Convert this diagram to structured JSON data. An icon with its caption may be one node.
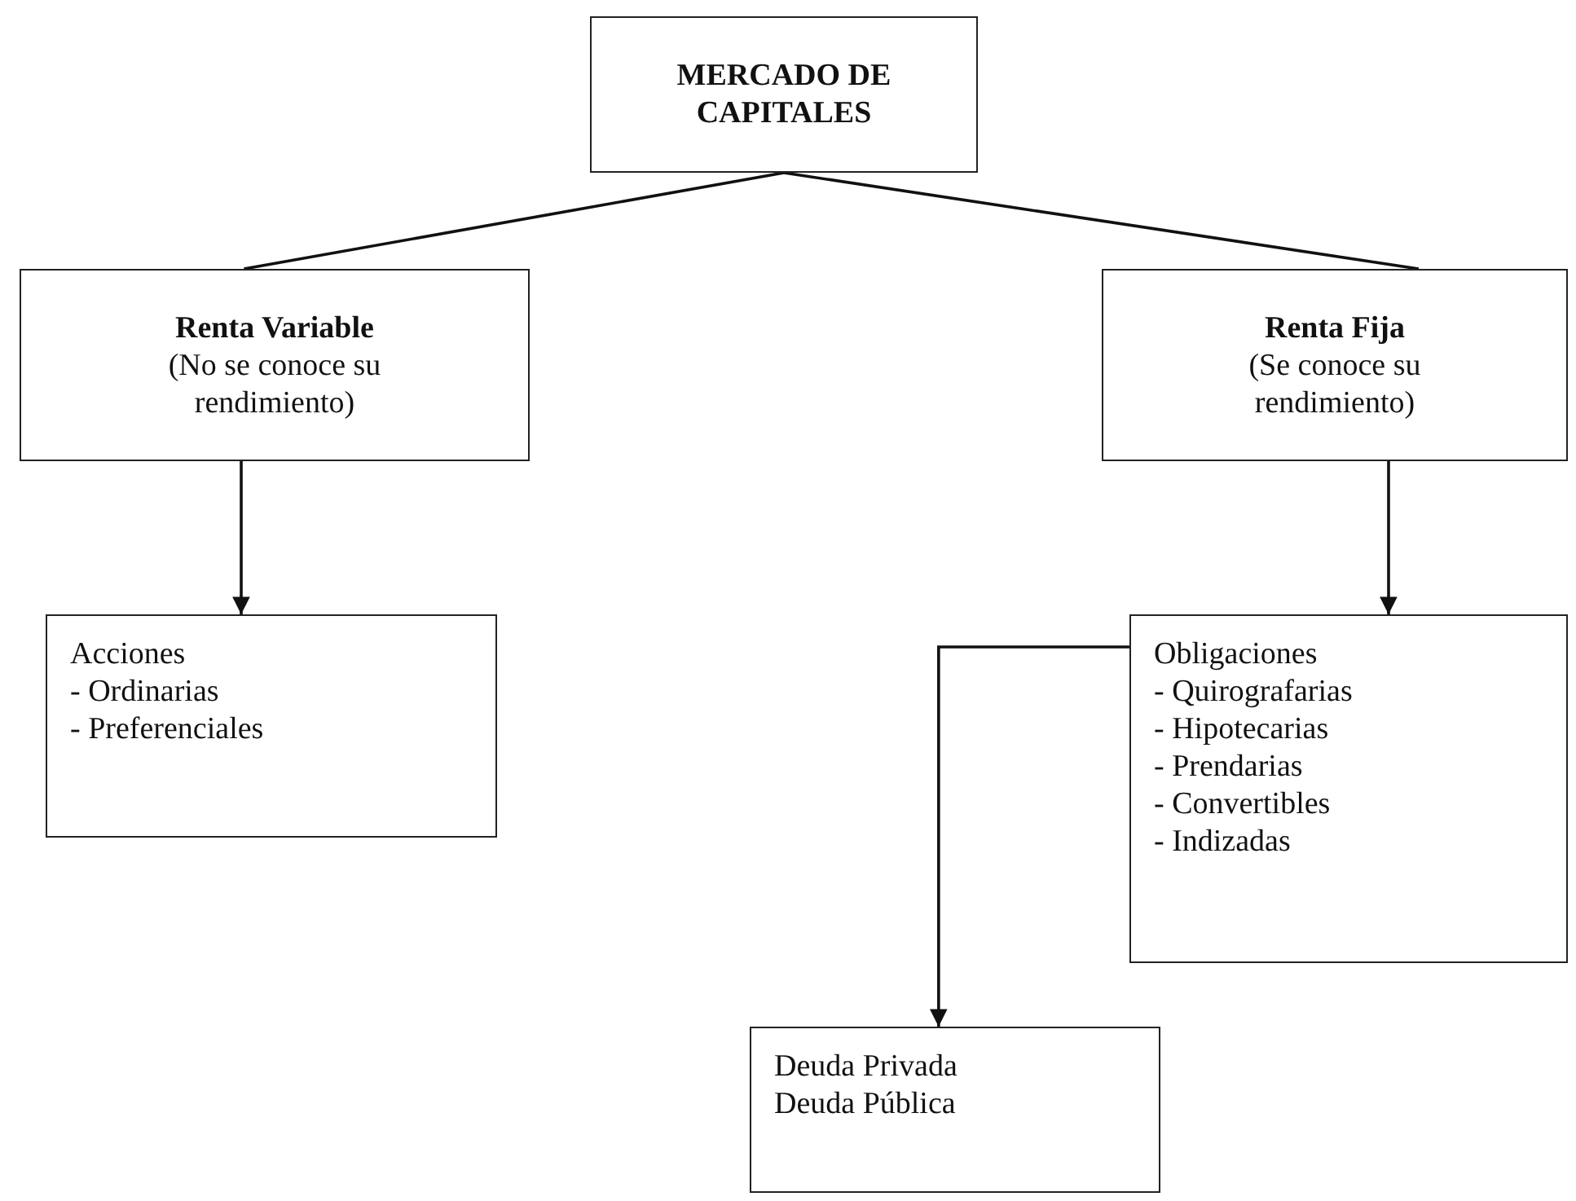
{
  "diagram": {
    "nodes": [
      {
        "text": [
          "MERCADO DE CAPITALES"
        ]
      },
      {
        "text": [
          "Renta Variable",
          "(No se conoce su rendimiento)"
        ]
      },
      {
        "text": [
          "Renta Fija",
          "(Se conoce su rendimiento)"
        ]
      },
      {
        "text": [
          "Acciones",
          "- Ordinarias",
          "- Preferenciales"
        ]
      },
      {
        "text": [
          "Obligaciones",
          "- Quirografarias",
          "- Hipotecarias",
          "- Prendarias",
          "- Convertibles",
          "- Indizadas"
        ]
      },
      {
        "text": [
          "Deuda Privada",
          "Deuda Pública"
        ]
      }
    ],
    "edges": [
      {
        "from": 0,
        "to": 1,
        "arrow": "none"
      },
      {
        "from": 0,
        "to": 2,
        "arrow": "none"
      },
      {
        "from": 1,
        "to": 3,
        "arrow": "to"
      },
      {
        "from": 2,
        "to": 4,
        "arrow": "to"
      },
      {
        "from": 4,
        "to": 5,
        "arrow": "to"
      }
    ]
  }
}
